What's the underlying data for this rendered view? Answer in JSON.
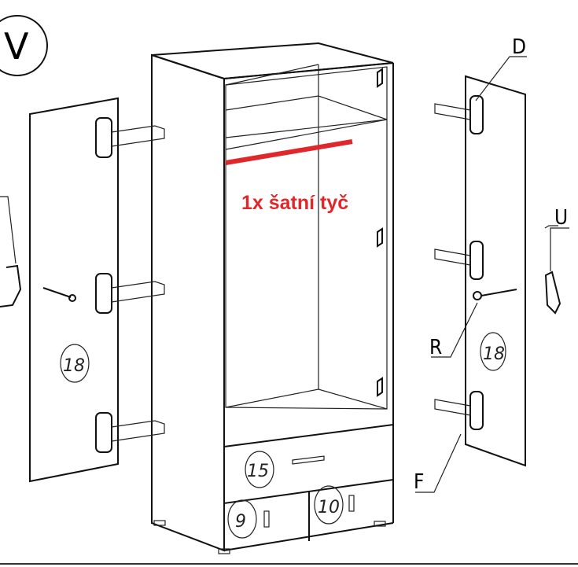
{
  "step": "V",
  "annotation": "1x šatní tyč",
  "part_labels": {
    "hinge": "D",
    "handle": "U",
    "screw": "R",
    "fixing": "F"
  },
  "part_numbers": {
    "left_door": "18",
    "right_door": "18",
    "drawer": "15",
    "door_left_bottom": "9",
    "door_right_bottom": "10"
  },
  "colors": {
    "rail": "#e0272a",
    "line": "#111111"
  }
}
